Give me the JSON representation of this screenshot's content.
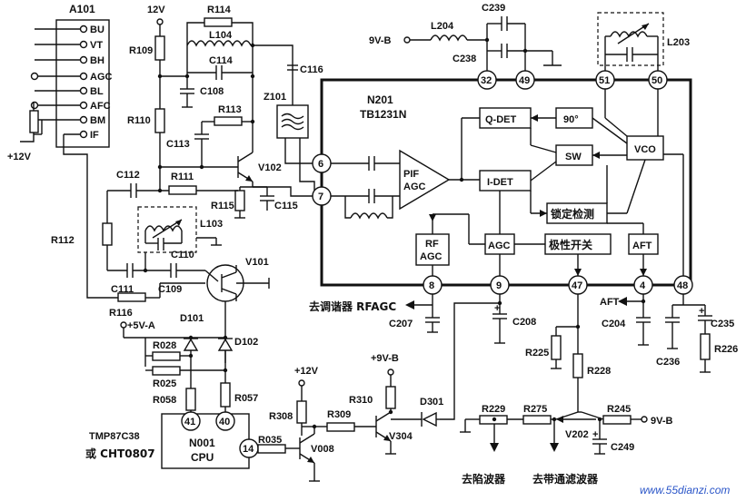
{
  "module": {
    "name": "A101",
    "pins": [
      "BU",
      "VT",
      "BH",
      "AGC",
      "BL",
      "AFC",
      "BM",
      "IF"
    ]
  },
  "supplies": {
    "v12_top": "12V",
    "v12_left": "+12V",
    "v9b_top": "9V-B",
    "v5a": "+5V-A",
    "v12_q": "+12V",
    "v9b_mid": "+9V-B",
    "v9b_right": "9V-B"
  },
  "ic": {
    "name": "N201",
    "part": "TB1231N",
    "pins": {
      "p6": "6",
      "p7": "7",
      "p8": "8",
      "p9": "9",
      "p47": "47",
      "p4": "4",
      "p48": "48",
      "p32": "32",
      "p49": "49",
      "p51": "51",
      "p50": "50"
    },
    "blocks": {
      "pif": "PIF",
      "agc_in": "AGC",
      "qdet": "Q-DET",
      "idet": "I-DET",
      "deg90": "90°",
      "sw": "SW",
      "vco": "VCO",
      "lock": "锁定检测",
      "agc": "AGC",
      "polarity": "极性开关",
      "aft": "AFT",
      "rf": "RF",
      "rf_agc": "AGC"
    }
  },
  "cpu": {
    "name": "N001",
    "label": "CPU",
    "part1": "TMP87C38",
    "part2": "或 CHT0807",
    "pins": {
      "p41": "41",
      "p40": "40",
      "p14": "14"
    }
  },
  "components": {
    "R109": "R109",
    "R114": "R114",
    "L104": "L104",
    "C114": "C114",
    "C108": "C108",
    "R110": "R110",
    "R113": "R113",
    "C113": "C113",
    "V102": "V102",
    "C112": "C112",
    "R111": "R111",
    "R115": "R115",
    "C115": "C115",
    "L103": "L103",
    "C110": "C110",
    "R112": "R112",
    "C111": "C111",
    "C109": "C109",
    "V101": "V101",
    "R116": "R116",
    "Z101": "Z101",
    "C116": "C116",
    "L204": "L204",
    "C239": "C239",
    "C238": "C238",
    "L203": "L203",
    "D101": "D101",
    "D102": "D102",
    "R028": "R028",
    "R025": "R025",
    "R058": "R058",
    "R057": "R057",
    "R308": "R308",
    "V008": "V008",
    "R035": "R035",
    "R309": "R309",
    "R310": "R310",
    "V304": "V304",
    "D301": "D301",
    "C207": "C207",
    "C208": "C208",
    "R225": "R225",
    "R228": "R228",
    "C204": "C204",
    "C236": "C236",
    "C235": "C235",
    "R226": "R226",
    "R229": "R229",
    "R275": "R275",
    "V202": "V202",
    "R245": "R245",
    "C249": "C249"
  },
  "annotations": {
    "tuner": "去调谐器 RFAGC",
    "aft_out": "AFT",
    "trap": "去陷波器",
    "bandpass": "去带通滤波器"
  },
  "watermark": "www.55dianzi.com"
}
